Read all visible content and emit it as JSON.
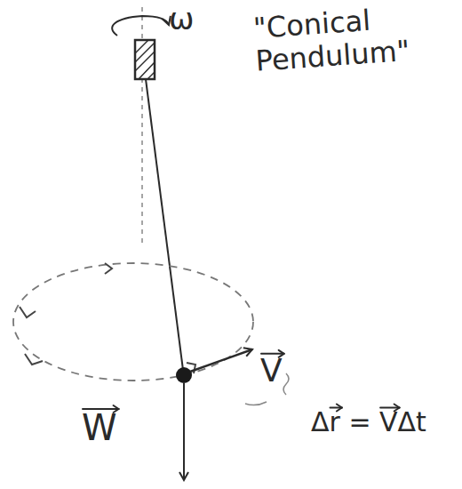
{
  "diagram": {
    "labels": [
      "ω",
      "\"Conical Pendulum\"",
      "V",
      "W",
      "Δr = VΔt"
    ]
  }
}
